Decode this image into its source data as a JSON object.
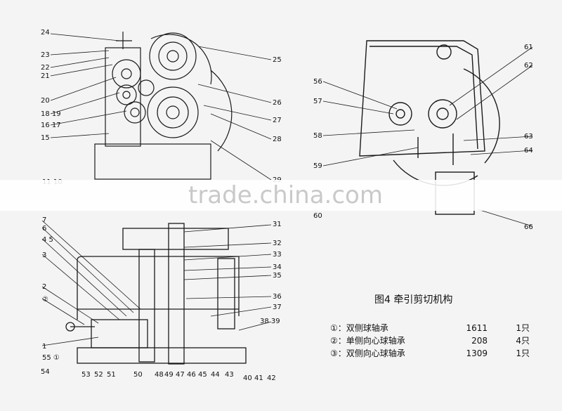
{
  "watermark": "trade.china.com",
  "caption": "图4  牵引剪切机构",
  "legend": [
    {
      "label": "①：双侧球轴承",
      "code": "1611",
      "qty": "1只"
    },
    {
      "label": "②：单侧向心球轴承",
      "code": "208",
      "qty": "4只"
    },
    {
      "label": "③：双侧向心球轴承",
      "code": "1309",
      "qty": "1只"
    }
  ],
  "part_labels": [
    "24",
    "23",
    "22",
    "21",
    "20",
    "18 19",
    "16 17",
    "15",
    "25",
    "26",
    "27",
    "28",
    "29",
    "11 10",
    "56",
    "57",
    "58",
    "59",
    "61",
    "62",
    "63",
    "64",
    "60",
    "66",
    "7",
    "6",
    "4 5",
    "3",
    "2",
    "②",
    "1",
    "55 ①",
    "54",
    "53",
    "52",
    "51",
    "50",
    "48",
    "49",
    "47",
    "46",
    "45",
    "44",
    "43",
    "40",
    "41",
    "42",
    "38 39",
    "37",
    "36",
    "35",
    "34",
    "33",
    "32",
    "31"
  ],
  "colors": {
    "line": "#1a1a1a",
    "paper": "#f4f4f4",
    "watermark": "#c9c9c9"
  }
}
